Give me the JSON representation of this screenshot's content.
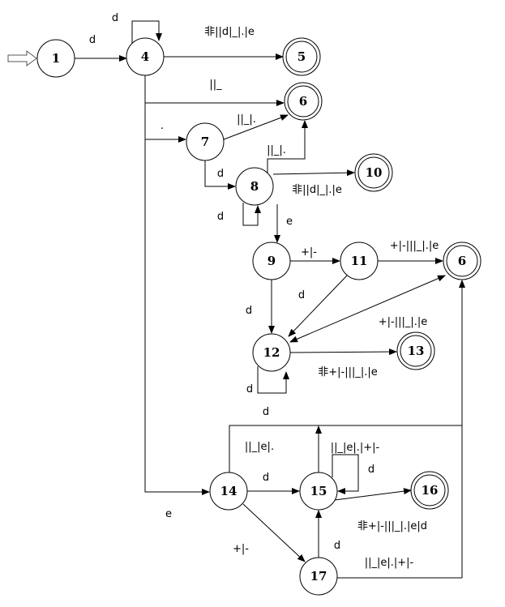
{
  "states": [
    {
      "id": "s1",
      "label": "1",
      "accepting": false
    },
    {
      "id": "s4",
      "label": "4",
      "accepting": false
    },
    {
      "id": "s5",
      "label": "5",
      "accepting": true
    },
    {
      "id": "s6a",
      "label": "6",
      "accepting": true
    },
    {
      "id": "s7",
      "label": "7",
      "accepting": false
    },
    {
      "id": "s8",
      "label": "8",
      "accepting": false
    },
    {
      "id": "s10",
      "label": "10",
      "accepting": true
    },
    {
      "id": "s9",
      "label": "9",
      "accepting": false
    },
    {
      "id": "s11",
      "label": "11",
      "accepting": false
    },
    {
      "id": "s6b",
      "label": "6",
      "accepting": true
    },
    {
      "id": "s12",
      "label": "12",
      "accepting": false
    },
    {
      "id": "s13",
      "label": "13",
      "accepting": true
    },
    {
      "id": "s14",
      "label": "14",
      "accepting": false
    },
    {
      "id": "s15",
      "label": "15",
      "accepting": false
    },
    {
      "id": "s16",
      "label": "16",
      "accepting": true
    },
    {
      "id": "s17",
      "label": "17",
      "accepting": false
    }
  ],
  "edge_labels": {
    "e1_4": "d",
    "e4_4": "d",
    "e4_5": "非||d|_|.|e",
    "e4_6": "||_",
    "e4_7": ".",
    "e7_6": "||_|.",
    "e7_8": "d",
    "e8_6": "||_|.",
    "e8_10": "非||d|_|.|e",
    "e8_8": "d",
    "e8_9": "e",
    "e9_11": "+|-",
    "e11_6": "+|-|||_|.|e",
    "e11_12": "d",
    "e9_12": "d",
    "e12_6": "+|-|||_|.|e",
    "e12_13": "非+|-|||_|.|e",
    "e12_12": "d",
    "e14_6": "||_|e|.",
    "e15_6": "||_|e|.|+|-",
    "e15_15": "d",
    "e14_15": "d",
    "e15_16": "非+|-|||_|.|e|d",
    "e14_17": "+|-",
    "e17_15": "d",
    "e17_6": "||_|e|.|+|-",
    "e4_14": "e",
    "e14_6_mid": "d"
  }
}
